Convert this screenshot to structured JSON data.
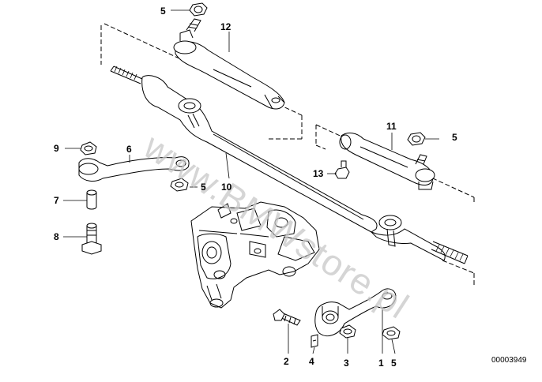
{
  "callouts": {
    "c12": "12",
    "c5_top": "5",
    "c11": "11",
    "c5_right": "5",
    "c13": "13",
    "c9": "9",
    "c6": "6",
    "c7": "7",
    "c8": "8",
    "c5_mid": "5",
    "c10": "10",
    "c2": "2",
    "c4": "4",
    "c3": "3",
    "c1": "1",
    "c5_bottom": "5"
  },
  "document_number": "00003949",
  "watermark_text": "www.BMWstore.pl",
  "colors": {
    "line": "#000000",
    "watermark": "#c8c8c8"
  }
}
